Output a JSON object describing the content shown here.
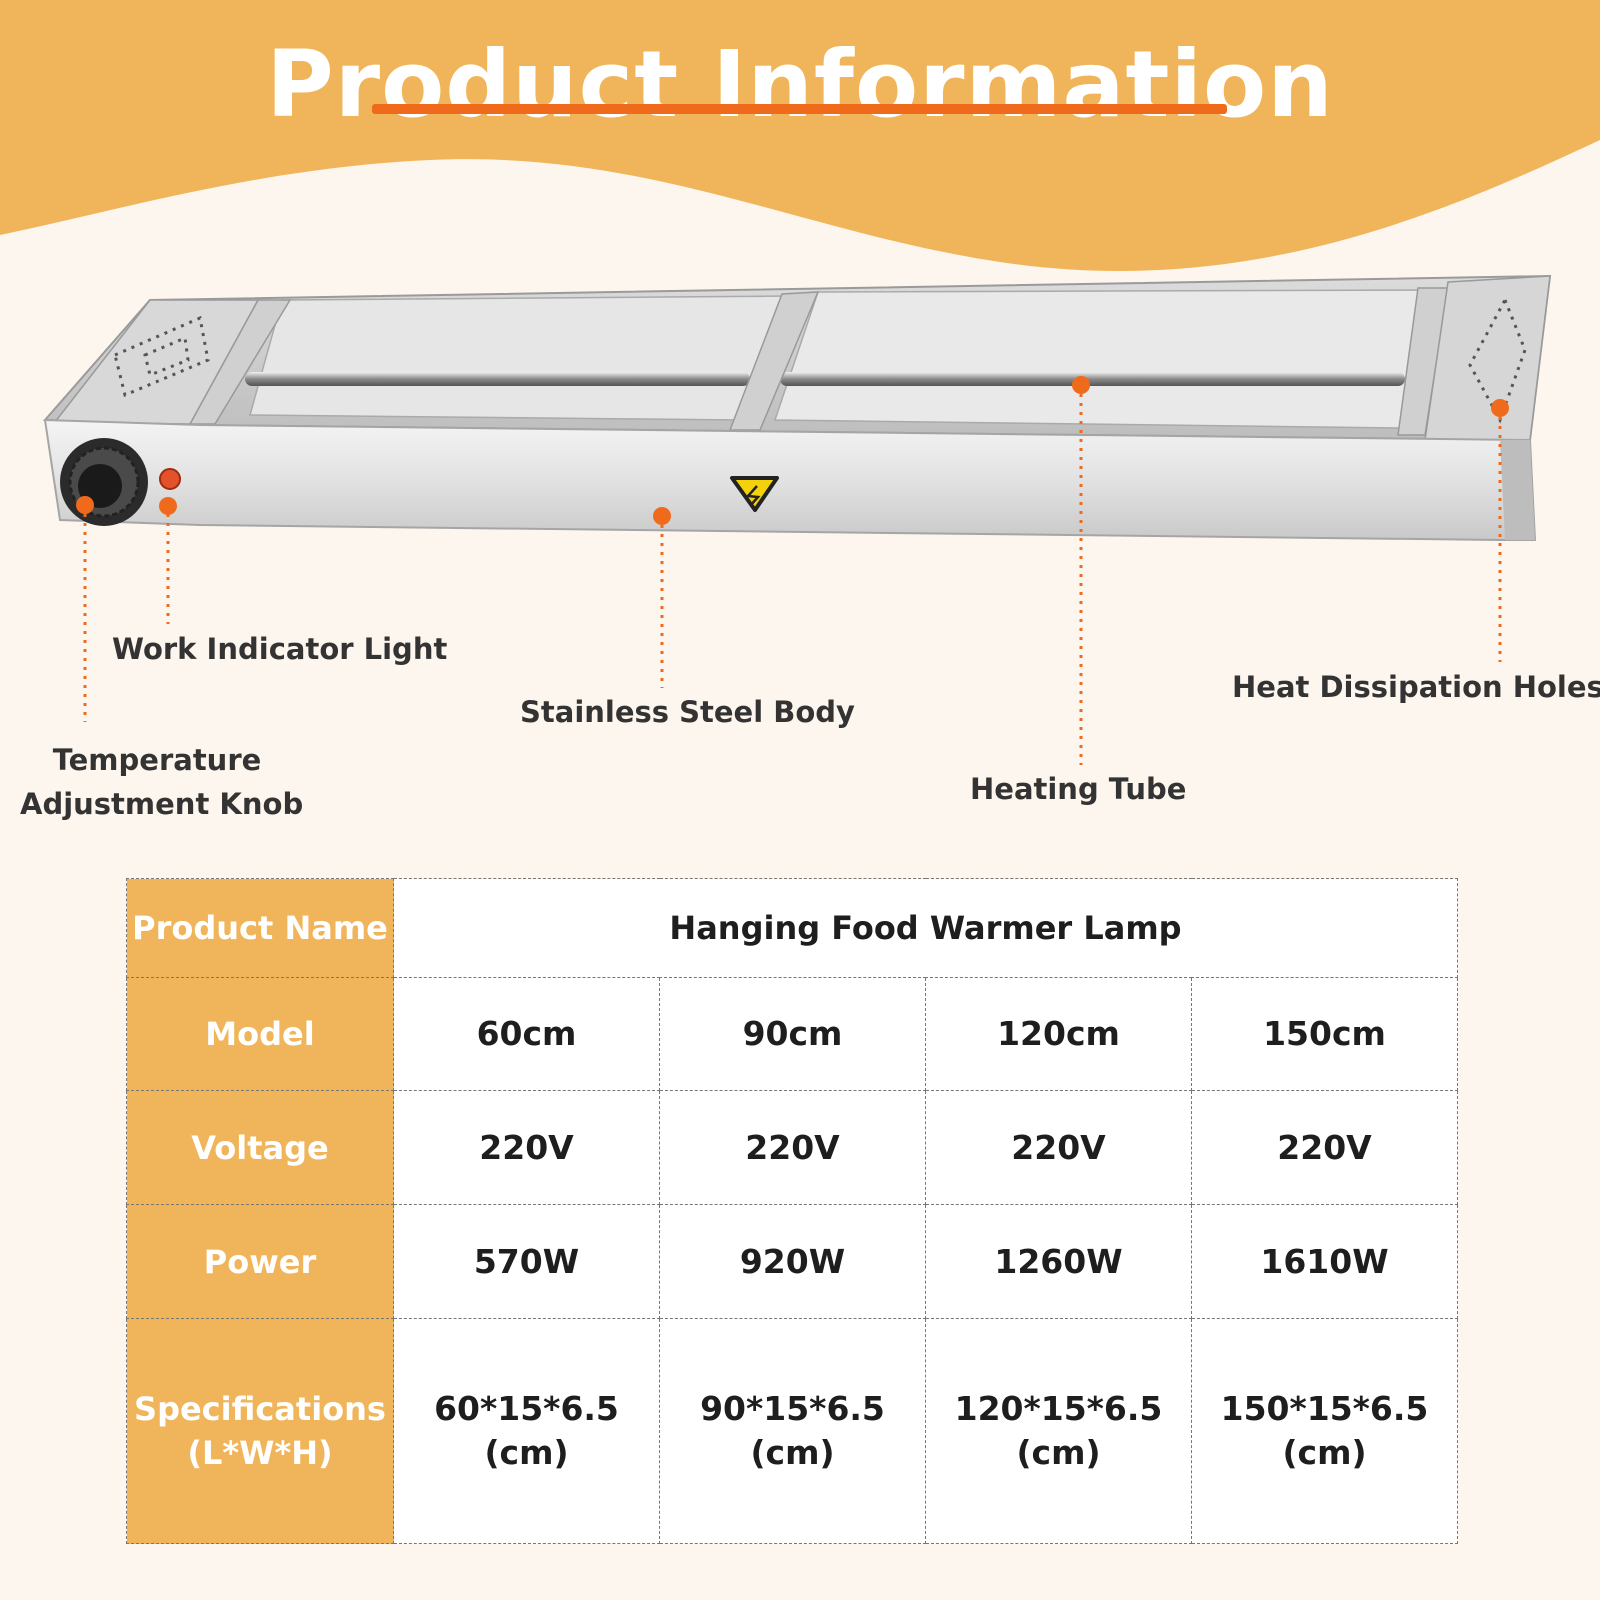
{
  "page": {
    "title": "Product Information",
    "colors": {
      "header_orange": "#f0b55a",
      "accent_orange": "#f06a1c",
      "background": "#fdf6ee"
    }
  },
  "callouts": {
    "temperature_knob": [
      "Temperature",
      "Adjustment Knob"
    ],
    "indicator_light": "Work Indicator Light",
    "steel_body": "Stainless Steel Body",
    "heating_tube": "Heating Tube",
    "heat_holes": "Heat Dissipation Holes"
  },
  "icons": {
    "warning": "warning-triangle-icon"
  },
  "specs": {
    "product_name_label": "Product Name",
    "product_name_value": "Hanging Food Warmer Lamp",
    "rows": [
      {
        "label": [
          "Model"
        ],
        "values": [
          [
            "60cm"
          ],
          [
            "90cm"
          ],
          [
            "120cm"
          ],
          [
            "150cm"
          ]
        ]
      },
      {
        "label": [
          "Voltage"
        ],
        "values": [
          [
            "220V"
          ],
          [
            "220V"
          ],
          [
            "220V"
          ],
          [
            "220V"
          ]
        ]
      },
      {
        "label": [
          "Power"
        ],
        "values": [
          [
            "570W"
          ],
          [
            "920W"
          ],
          [
            "1260W"
          ],
          [
            "1610W"
          ]
        ]
      },
      {
        "label": [
          "Specifications",
          "(L*W*H)"
        ],
        "values": [
          [
            "60*15*6.5",
            "(cm)"
          ],
          [
            "90*15*6.5",
            "(cm)"
          ],
          [
            "120*15*6.5",
            "(cm)"
          ],
          [
            "150*15*6.5",
            "(cm)"
          ]
        ]
      }
    ]
  }
}
